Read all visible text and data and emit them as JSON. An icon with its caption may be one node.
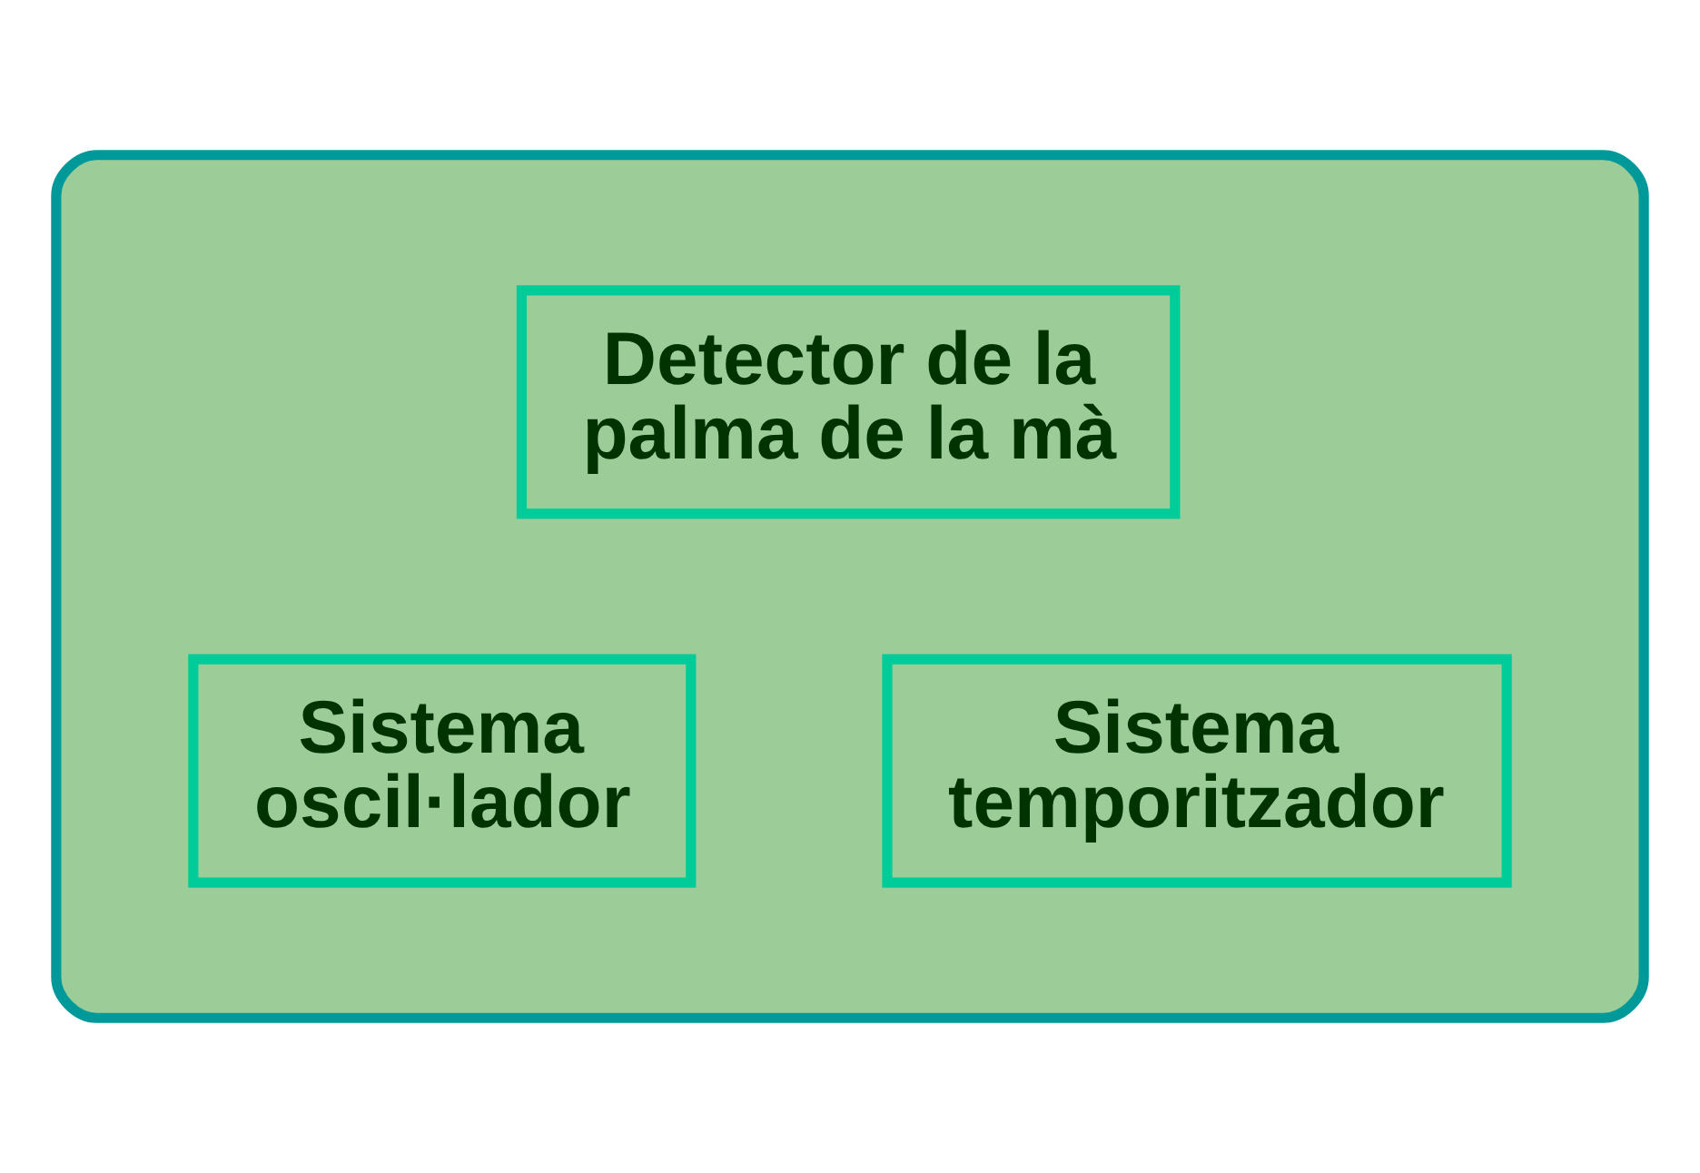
{
  "diagram": {
    "nodes": [
      {
        "text": [],
        "shape": "ellipse"
      },
      {
        "text": [
          "Detector de la palma de la mà"
        ],
        "in": 0
      },
      {
        "text": [
          "Sistema oscil·lador"
        ],
        "in": 0
      },
      {
        "text": [
          "Sistema temporitzador"
        ],
        "in": 0
      }
    ]
  }
}
